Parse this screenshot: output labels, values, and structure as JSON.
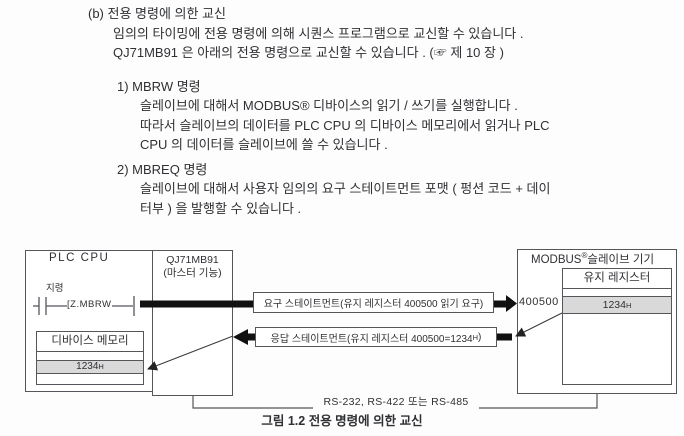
{
  "colors": {
    "line": "#55565a",
    "arrow": "#111111",
    "highlight": "#d9d9d9",
    "text": "#2f3033"
  },
  "section": {
    "heading": "(b) 전용 명령에 의한 교신",
    "intro": [
      "임의의 타이밍에 전용 명령에 의해 시퀀스 프로그램으로 교신할 수 있습니다 .",
      "QJ71MB91 은 아래의 전용 명령으로 교신할 수 있습니다 . (☞ 제 10 장 )"
    ],
    "items": [
      {
        "title_line": "1) MBRW 명령",
        "lines": [
          "슬레이브에 대해서 MODBUS® 디바이스의 읽기 / 쓰기를 실행합니다 .",
          "따라서 슬레이브의 데이터를 PLC CPU 의 디바이스 메모리에서 읽거나 PLC",
          "CPU 의 데이터를 슬레이브에 쓸 수 있습니다 ."
        ]
      },
      {
        "title_line": "2) MBREQ 명령",
        "lines": [
          "슬레이브에 대해서 사용자 임의의 요구 스테이트먼트 포맷 ( 펑션 코드 + 데이",
          "터부 ) 을 발행할 수 있습니다 ."
        ]
      }
    ]
  },
  "diagram": {
    "plc_box": {
      "title": "PLC CPU",
      "ladder": {
        "condition_label": "지령",
        "instruction": "[Z.MBRW"
      },
      "memory_table": {
        "header": "디바이스 메모리",
        "value": "1234",
        "value_sub": "H"
      }
    },
    "master_box": {
      "line1": "QJ71MB91",
      "line2": "(마스터 기능)"
    },
    "slave_box": {
      "brand": "MODBUS",
      "reg_mark": "®",
      "title_rest": "슬레이브 기기",
      "address_label": "400500",
      "register_table": {
        "header": "유지 레지스터",
        "value": "1234",
        "value_sub": "H"
      }
    },
    "request_message": "요구 스테이트먼트(유지 레지스터 400500 읽기 요구)",
    "response_message_pre": "응답 스테이트먼트(유지 레지스터 400500=1234",
    "response_message_sub": "H",
    "response_message_post": ")",
    "bus_label": "RS-232, RS-422 또는 RS-485",
    "caption": "그림 1.2 전용 명령에 의한 교신"
  }
}
